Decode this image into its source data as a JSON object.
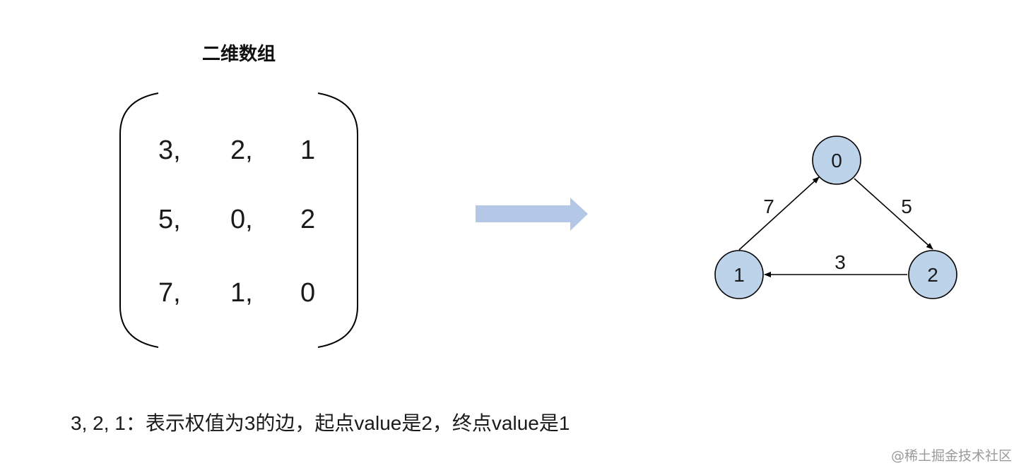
{
  "title": "二维数组",
  "matrix": {
    "rows": [
      [
        "3,",
        "2,",
        "1"
      ],
      [
        "5,",
        "0,",
        "2"
      ],
      [
        "7,",
        "1,",
        "0"
      ]
    ]
  },
  "arrow_color": "#b4c7e7",
  "graph": {
    "node_fill": "#bdd3ea",
    "nodes": [
      {
        "id": "0",
        "label": "0"
      },
      {
        "id": "1",
        "label": "1"
      },
      {
        "id": "2",
        "label": "2"
      }
    ],
    "edges": [
      {
        "from": "1",
        "to": "0",
        "weight": "7"
      },
      {
        "from": "0",
        "to": "2",
        "weight": "5"
      },
      {
        "from": "2",
        "to": "1",
        "weight": "3"
      }
    ]
  },
  "caption": "3, 2, 1：表示权值为3的边，起点value是2，终点value是1",
  "watermark": "@稀土掘金技术社区"
}
